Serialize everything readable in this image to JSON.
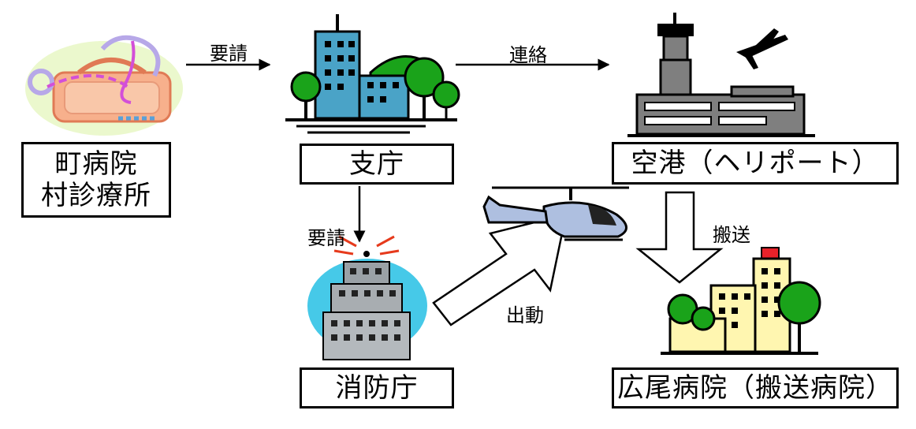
{
  "nodes": {
    "town_hospital": {
      "line1": "町病院",
      "line2": "村診療所"
    },
    "branch_office": {
      "label": "支庁"
    },
    "airport": {
      "label": "空港（ヘリポート）"
    },
    "fire_department": {
      "label": "消防庁"
    },
    "hiroo_hospital": {
      "label": "広尾病院（搬送病院）"
    }
  },
  "edges": {
    "request_1": "要請",
    "contact": "連絡",
    "request_2": "要請",
    "dispatch": "出動",
    "transport": "搬送"
  },
  "icons": {
    "town_hospital": "medical-bag-stethoscope-icon",
    "branch_office": "office-building-trees-icon",
    "airport": "airport-tower-airplane-icon",
    "fire_department": "fire-department-building-alarm-icon",
    "helicopter": "helicopter-icon",
    "hiroo_hospital": "hospital-trees-icon"
  },
  "colors": {
    "building_blue": "#4aa3c7",
    "tree_green": "#1aa31a",
    "airport_gray": "#7f7f7f",
    "hospital_yellow": "#fff6b0",
    "hospital_red": "#e8222a",
    "alarm_red": "#e63a1c",
    "fire_sky": "#46c9e8",
    "heli_blue": "#aebfe0"
  }
}
